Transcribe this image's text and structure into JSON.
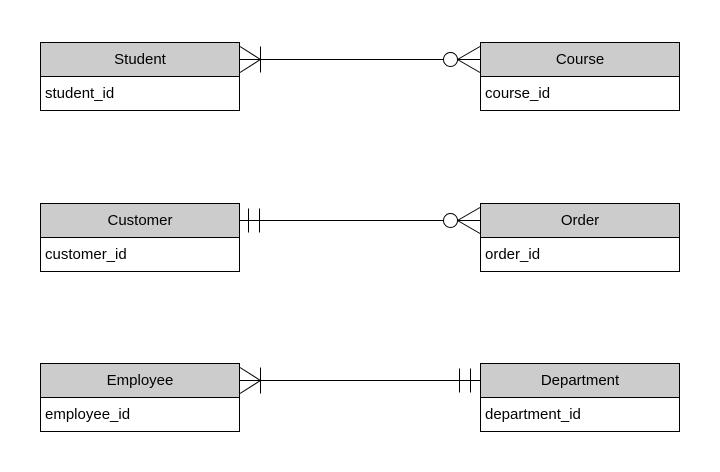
{
  "diagram": {
    "type": "entity-relationship-diagram",
    "colors": {
      "background": "#ffffff",
      "entity_header_fill": "#cccccc",
      "entity_body_fill": "#ffffff",
      "border": "#000000",
      "line": "#000000"
    },
    "entities": [
      {
        "id": "student",
        "title": "Student",
        "attributes": [
          "student_id"
        ]
      },
      {
        "id": "course",
        "title": "Course",
        "attributes": [
          "course_id"
        ]
      },
      {
        "id": "customer",
        "title": "Customer",
        "attributes": [
          "customer_id"
        ]
      },
      {
        "id": "order",
        "title": "Order",
        "attributes": [
          "order_id"
        ]
      },
      {
        "id": "employee",
        "title": "Employee",
        "attributes": [
          "employee_id"
        ]
      },
      {
        "id": "department",
        "title": "Department",
        "attributes": [
          "department_id"
        ]
      }
    ],
    "relationships": [
      {
        "from": "Student",
        "to": "Course",
        "from_cardinality": "one-or-many (crow's foot + bar)",
        "to_cardinality": "zero-or-many (circle + crow's foot)"
      },
      {
        "from": "Customer",
        "to": "Order",
        "from_cardinality": "exactly-one (double bar)",
        "to_cardinality": "zero-or-many (circle + crow's foot)"
      },
      {
        "from": "Employee",
        "to": "Department",
        "from_cardinality": "one-or-many (crow's foot + bar)",
        "to_cardinality": "exactly-one (double bar)"
      }
    ]
  }
}
